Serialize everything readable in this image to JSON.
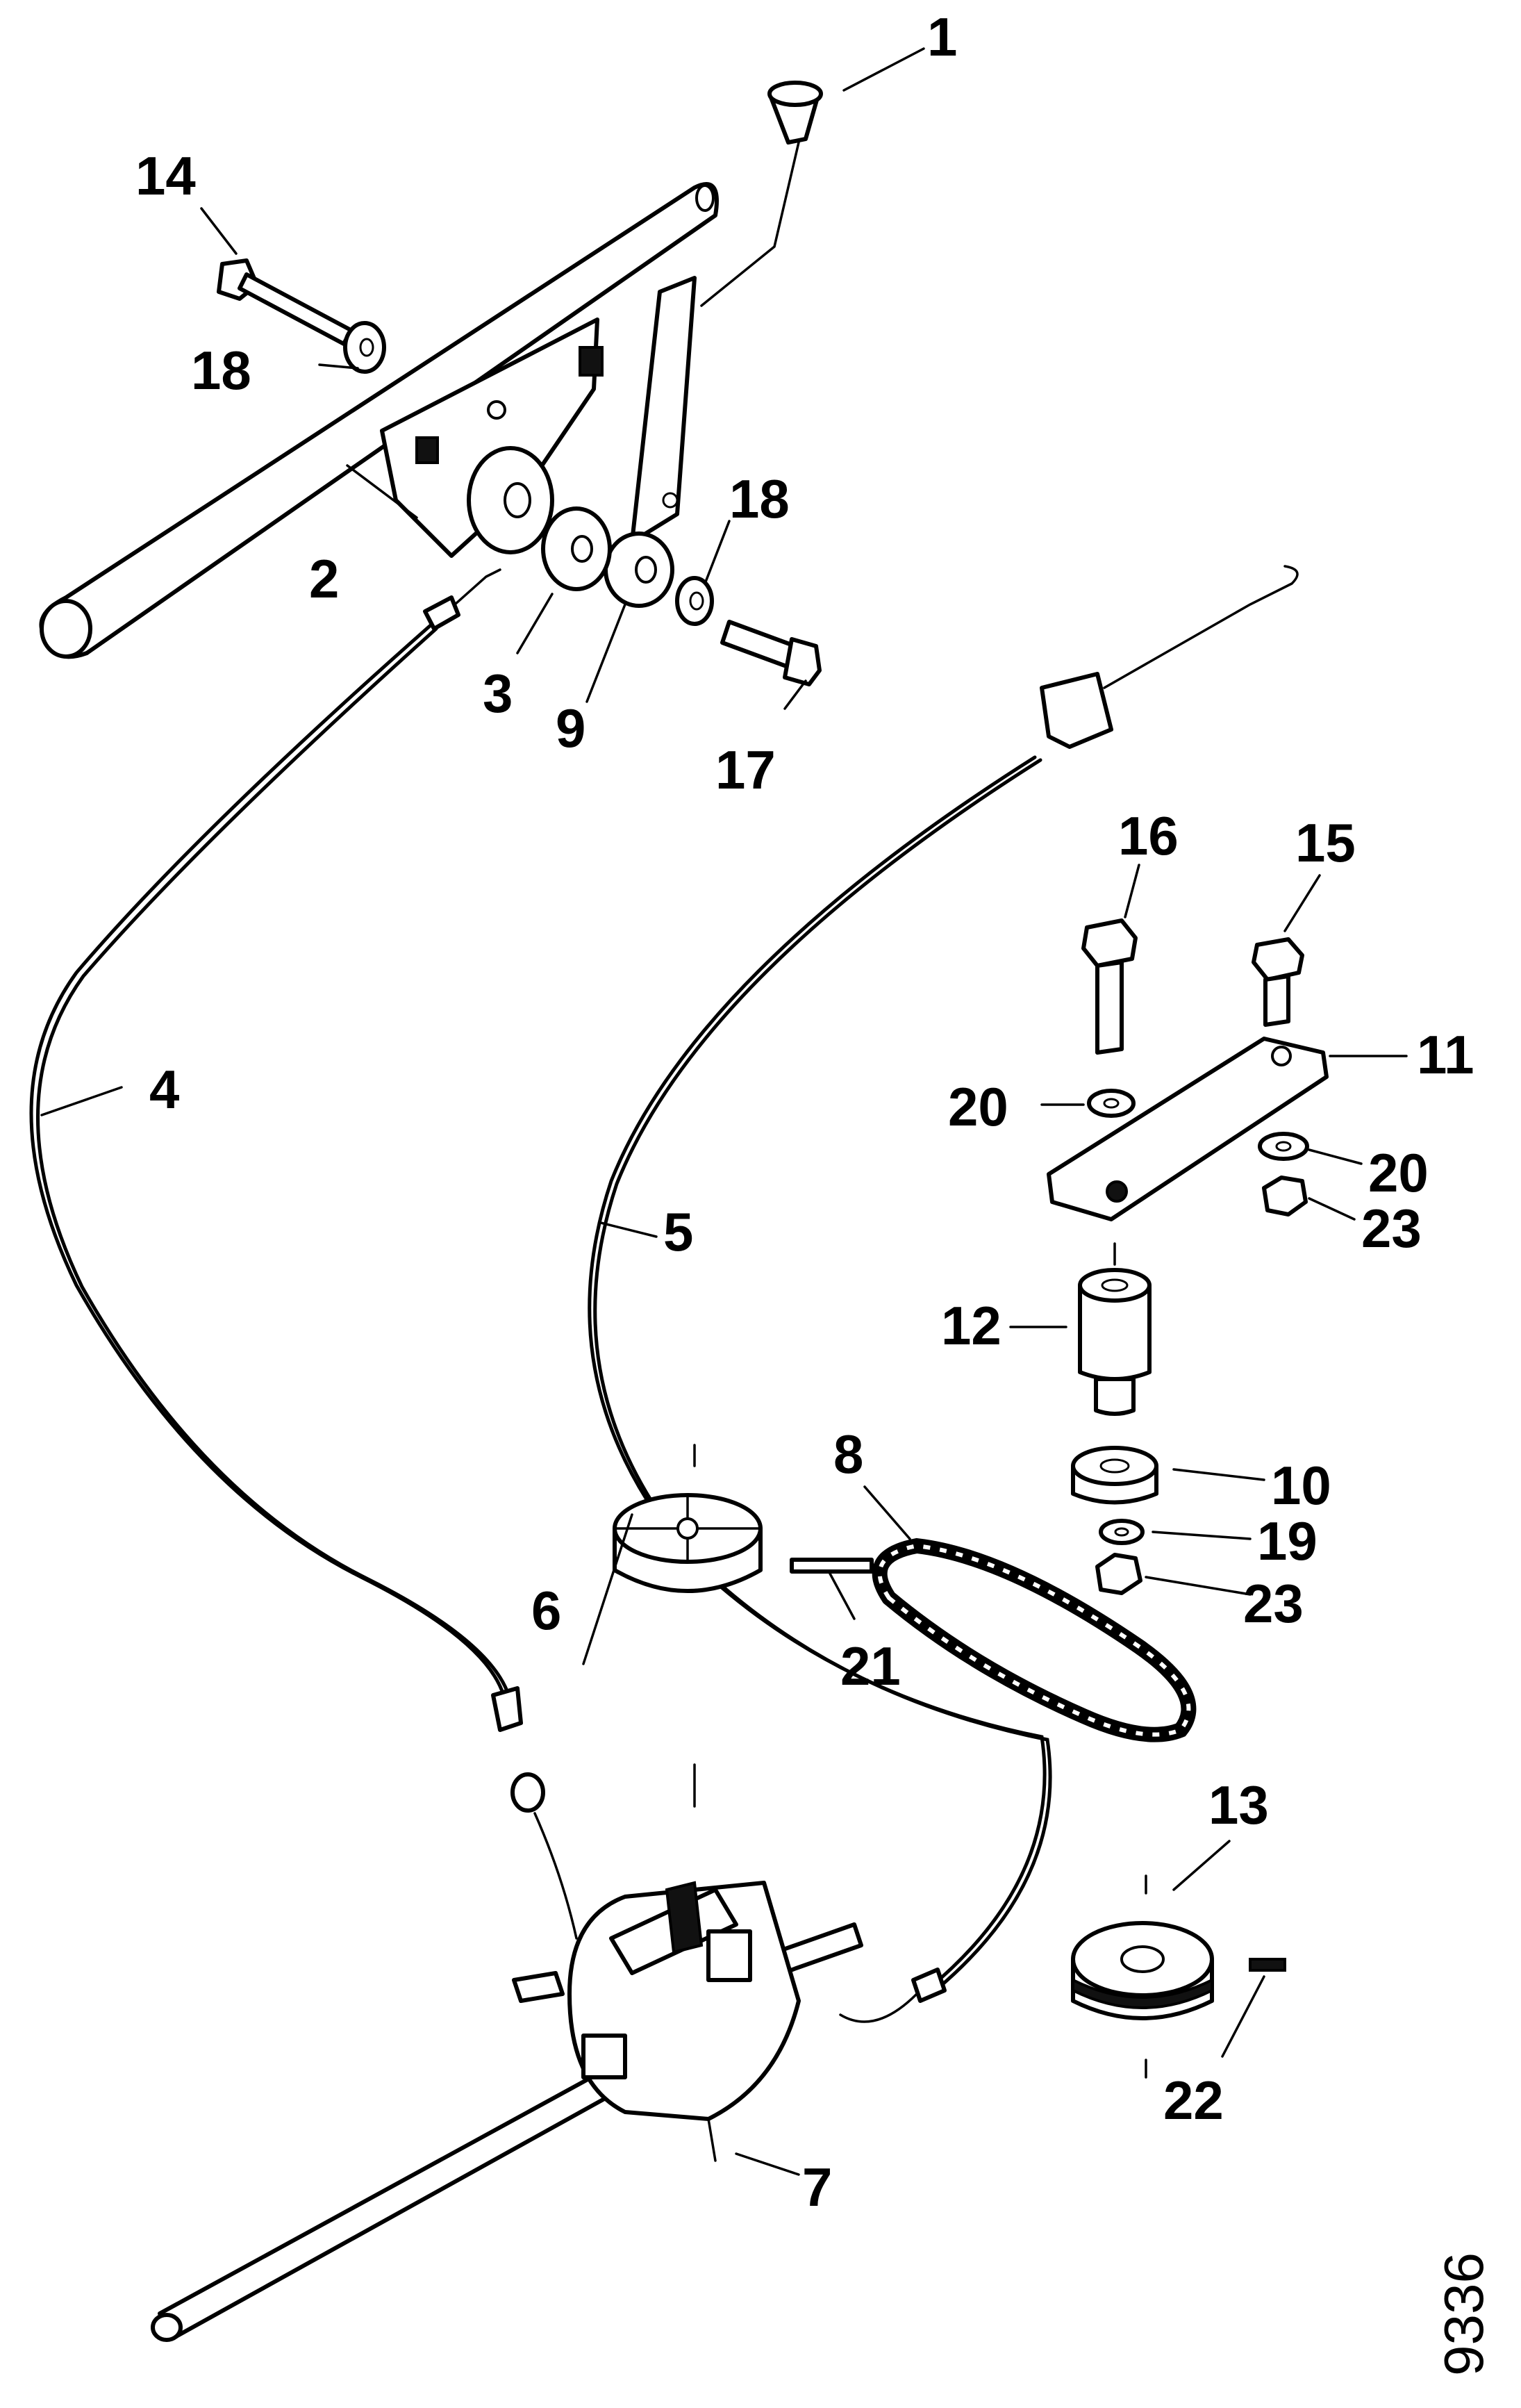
{
  "figure_number": "9336",
  "callouts": {
    "c1": "1",
    "c2": "2",
    "c3": "3",
    "c4": "4",
    "c5": "5",
    "c6": "6",
    "c7": "7",
    "c8": "8",
    "c9": "9",
    "c10": "10",
    "c11": "11",
    "c12": "12",
    "c13": "13",
    "c14": "14",
    "c15": "15",
    "c16": "16",
    "c17": "17",
    "c18a": "18",
    "c18b": "18",
    "c19": "19",
    "c20a": "20",
    "c20b": "20",
    "c21": "21",
    "c22": "22",
    "c23a": "23",
    "c23b": "23"
  }
}
